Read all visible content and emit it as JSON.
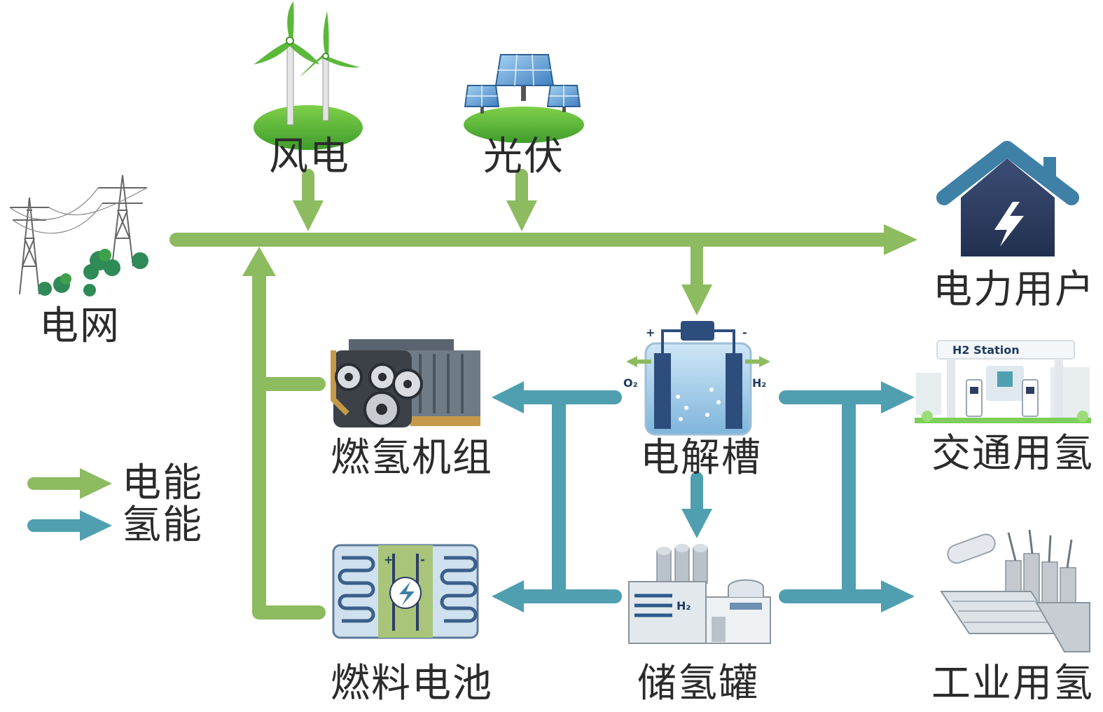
{
  "nodes": {
    "wind": "风电",
    "solar": "光伏",
    "grid": "电网",
    "power_users": "电力用户",
    "gas_turbine": "燃氢机组",
    "electrolyzer": "电解槽",
    "transport_hydrogen": "交通用氢",
    "fuel_cell": "燃料电池",
    "hydrogen_tank": "储氢罐",
    "industrial_hydrogen": "工业用氢"
  },
  "legend": {
    "electric": "电能",
    "hydrogen": "氢能"
  },
  "colors": {
    "electric": "#8dbb5f",
    "hydrogen": "#4f9fb0",
    "house": "#2d3e63",
    "roof": "#3f80a6"
  },
  "icons": {
    "wind": "wind-turbine-icon",
    "solar": "solar-panel-icon",
    "grid": "power-tower-icon",
    "power_users": "house-lightning-icon",
    "gas_turbine": "engine-icon",
    "electrolyzer": "electrolyzer-icon",
    "transport_hydrogen": "hydrogen-station-icon",
    "fuel_cell": "fuel-cell-icon",
    "hydrogen_tank": "hydrogen-storage-plant-icon",
    "industrial_hydrogen": "industrial-plant-icon"
  },
  "icon_text": {
    "o2": "O₂",
    "h2": "H₂",
    "plus": "+",
    "minus": "-",
    "station": "H2 Station",
    "tank_h2": "H₂"
  }
}
